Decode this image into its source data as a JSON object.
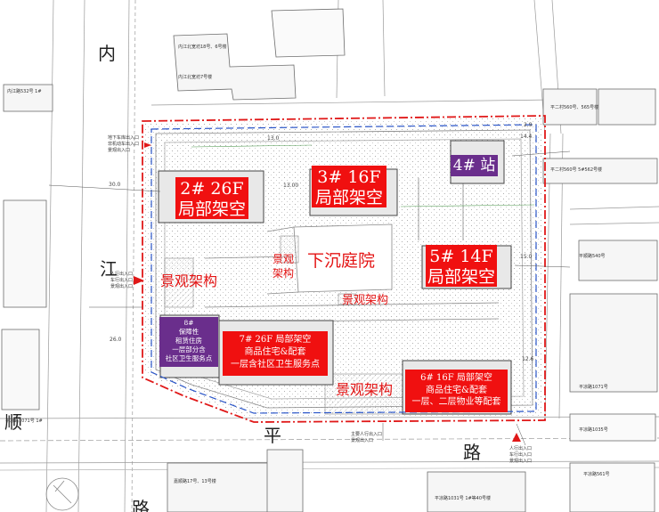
{
  "streets": {
    "nei": "内",
    "jiang": "江",
    "shun": "顺",
    "ping": "平",
    "lu_bottom": "路",
    "lu_left": "路"
  },
  "buildings": [
    {
      "id": "b2",
      "line1": "2#  26F",
      "line2": "局部架空",
      "color": "#f01010"
    },
    {
      "id": "b3",
      "line1": "3#  16F",
      "line2": "局部架空",
      "color": "#f01010"
    },
    {
      "id": "b4",
      "line1": "4# 站",
      "color": "#6a2e8c"
    },
    {
      "id": "b5",
      "line1": "5#  14F",
      "line2": "局部架空",
      "color": "#f01010"
    },
    {
      "id": "b7",
      "line1": "7#  26F 局部架空",
      "line2": "商品住宅&配套",
      "line3": "一层含社区卫生服务点",
      "color": "#f01010"
    },
    {
      "id": "b6",
      "line1": "6#  16F 局部架空",
      "line2": "商品住宅&配套",
      "line3": "一层、二层物业等配套",
      "color": "#f01010"
    },
    {
      "id": "b8",
      "line1": "8#",
      "line2": "保障性",
      "line3": "租赁住房",
      "line4": "一层部分含",
      "line5": "社区卫生服务点",
      "color": "#6a2e8c"
    }
  ],
  "landscape": {
    "sunken_court": "下沉庭院",
    "lg_left": "景观架构",
    "lg_mid": "景观架构",
    "lg_bottom": "景观架构",
    "small_top": "景观",
    "small_bottom": "架构"
  },
  "annotations": {
    "dims": [
      "30.0",
      "26.0",
      "13.00",
      "15.0",
      "13.0",
      "14.4",
      "12.6",
      "2.9"
    ],
    "left_entry": [
      "人行出入口",
      "车行出入口",
      "景观出入口"
    ],
    "top_left_entry": [
      "地下车库出入口",
      "非机动车出入口",
      "景观出入口"
    ],
    "bottom_entry": [
      "主要人行出入口",
      "景观出入口"
    ],
    "right_entry": [
      "人行出入口",
      "车行出入口",
      "景观出入口"
    ],
    "neighbor_labels": [
      "内江北宽坊18号、6号楼",
      "内江北宽坊7号楼",
      "平二村560号、565号楼",
      "平二村560号 5#562号楼",
      "平顺路540号",
      "平凉路1071号",
      "嘉顺路17号、13号楼",
      "平凉路1031号 1#等40号楼",
      "平凉路1035号",
      "内江路532号 1#",
      "平凉路1071号 1#",
      "平凉路561号"
    ]
  },
  "colors": {
    "red_border": "#e01818",
    "blue_border": "#2a55c8",
    "block_red": "#f01010",
    "block_purple": "#6a2e8c"
  }
}
